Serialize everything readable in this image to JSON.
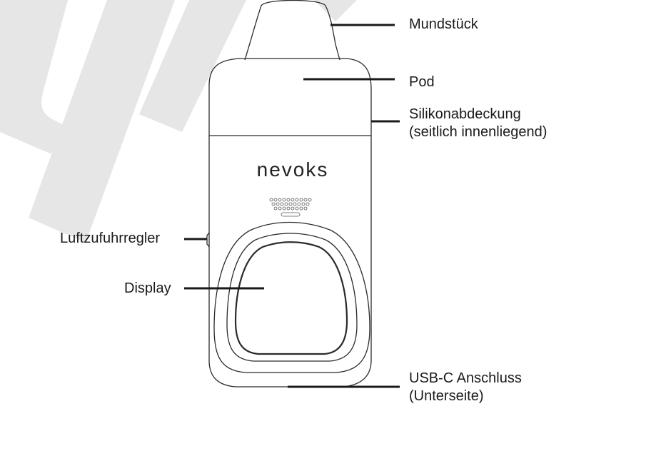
{
  "brand": "nevoks",
  "labels": {
    "mundstueck": "Mundstück",
    "pod": "Pod",
    "silikon_1": "Silikonabdeckung",
    "silikon_2": "(seitlich innenliegend)",
    "luftzufuhr": "Luftzufuhrregler",
    "display": "Display",
    "usb_1": "USB-C Anschluss",
    "usb_2": "(Unterseite)"
  },
  "colors": {
    "line": "#1a1a1a",
    "outline": "#2b2b2b",
    "watermark": "#e6e6e6"
  }
}
